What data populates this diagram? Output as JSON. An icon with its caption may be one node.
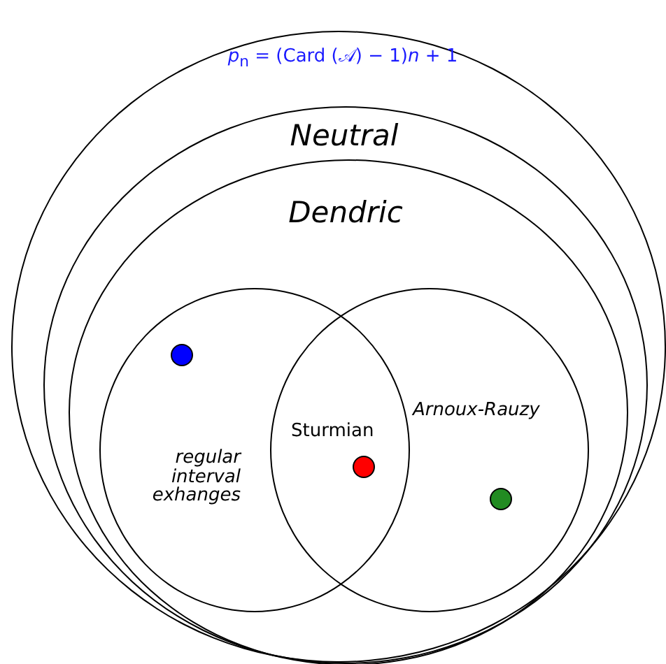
{
  "diagram": {
    "nodes": [
      {
        "text": [
          "*p*$_{n}$ = (Card (𝒜) − 1)*n* + 1"
        ]
      },
      {
        "text": [
          "Neutral"
        ],
        "in": 0
      },
      {
        "text": [
          "Dendric"
        ],
        "in": 1
      },
      {
        "text": [
          "regular interval exhanges"
        ],
        "in": 2
      },
      {
        "text": [
          "Arnoux-Rauzy"
        ],
        "in": 2
      }
    ],
    "edges": [],
    "labels": [
      "Sturmian"
    ]
  }
}
